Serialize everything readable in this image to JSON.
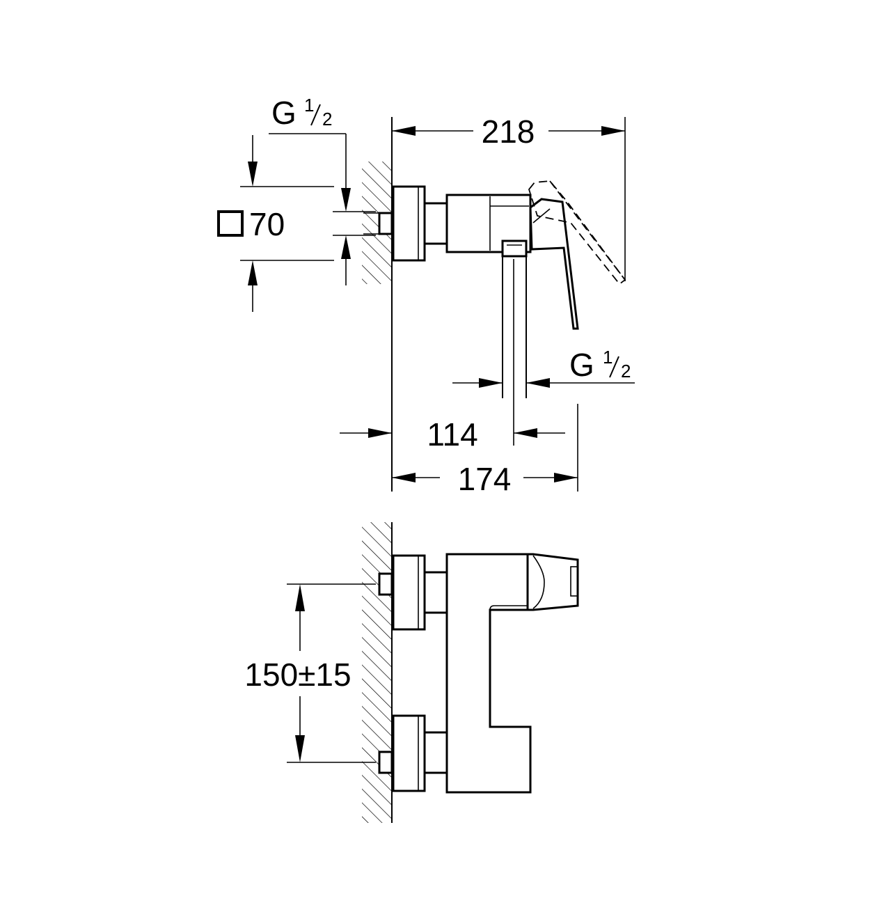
{
  "dimensions": {
    "thread_top": {
      "g": "G",
      "num": "1",
      "den": "2"
    },
    "thread_side": {
      "g": "G",
      "num": "1",
      "den": "2"
    },
    "width_218": "218",
    "square_70": "70",
    "depth_114": "114",
    "depth_174": "174",
    "spacing_150": "150±15"
  }
}
